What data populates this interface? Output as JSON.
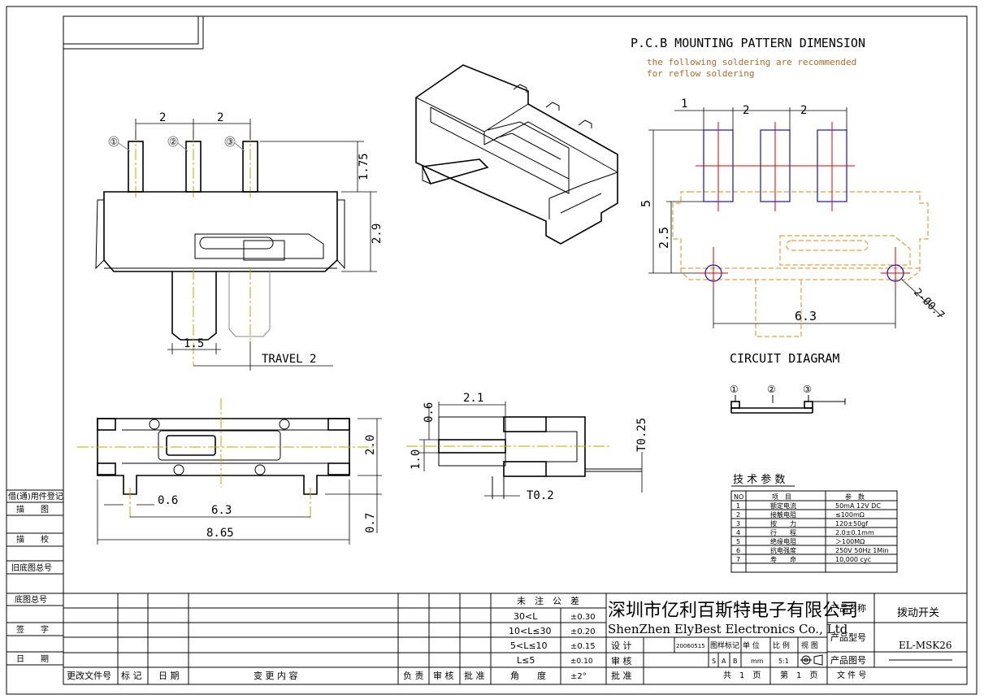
{
  "pcb": {
    "title": "P.C.B MOUNTING PATTERN DIMENSION",
    "note_line1": "the following soldering are recommended",
    "note_line2": "for reflow soldering",
    "dims": {
      "a": "1",
      "b": "2",
      "c": "2",
      "h": "5",
      "h2": "2.5",
      "span": "6.3",
      "hole": "2-Ø0.7"
    }
  },
  "circuit": {
    "title": "CIRCUIT DIAGRAM",
    "pins": [
      "①",
      "②",
      "③"
    ]
  },
  "front_view": {
    "pins": [
      "①",
      "②",
      "③"
    ],
    "dims": {
      "pitch1": "2",
      "pitch2": "2",
      "pin_len": "1.75",
      "body_h": "2.9",
      "knob_w": "1.5",
      "travel": "TRAVEL 2"
    }
  },
  "top_view": {
    "dims": {
      "w": "2.0",
      "slot": "0.6",
      "span": "6.3",
      "total": "8.65",
      "leg": "0.7"
    }
  },
  "side_view": {
    "dims": {
      "knob": "2.1",
      "d1": "0.6",
      "d2": "1.0",
      "t1": "T0.25",
      "t2": "T0.2"
    }
  },
  "specs": {
    "title": "技 术 参 数",
    "headers": [
      "NO",
      "项　目",
      "参　数"
    ],
    "rows": [
      [
        "1",
        "额定电流",
        "50mA 12V DC"
      ],
      [
        "2",
        "接触电阻",
        "≤100mΩ"
      ],
      [
        "3",
        "按　　力",
        "120±50gf"
      ],
      [
        "4",
        "行　　程",
        "2.0±0.1mm"
      ],
      [
        "5",
        "绝缘电阻",
        "＞100MΩ"
      ],
      [
        "6",
        "抗电强度",
        "250V 50Hz 1Min"
      ],
      [
        "7",
        "寿　　命",
        "10,000 cyc"
      ]
    ]
  },
  "side_labels": [
    "借(通)用件登记",
    "描　　图",
    "描　　校",
    "旧底图总号",
    "底图总号",
    "签　　字",
    "日　　期"
  ],
  "revision_headers": [
    "更改文件号",
    "标 记",
    "日 期",
    "变 更 内 容",
    "负 责",
    "审 核",
    "批 准"
  ],
  "tolerance": {
    "title": "未　注　公　差",
    "rows": [
      [
        "30<L",
        "±0.30"
      ],
      [
        "10<L≤30",
        "±0.20"
      ],
      [
        "5<L≤10",
        "±0.15"
      ],
      [
        "L≤5",
        "±0.10"
      ],
      [
        "角　　度",
        "±2°"
      ]
    ]
  },
  "company": {
    "cn": "深圳市亿利百斯特电子有限公司",
    "en": "ShenZhen ElyBest Electronics Co., Ltd"
  },
  "title_block": {
    "design_label": "设 计",
    "date": "20060515",
    "mark_label": "图样标记",
    "unit_label": "单 位",
    "scale_label": "比 例",
    "view_label": "视 图",
    "review_label": "审 核",
    "marks": [
      "S",
      "A",
      "B"
    ],
    "unit": "mm",
    "scale": "5:1",
    "approve_label": "批 准",
    "sheets_total": "共　1　页",
    "sheet_no": "第　1　页",
    "file_no_label": "文 件 号",
    "product_name_label": "产品名称",
    "product_name": "拨动开关",
    "product_model_label": "产品型号",
    "product_model": "EL-MSK26",
    "drawing_no_label": "产品图号"
  }
}
